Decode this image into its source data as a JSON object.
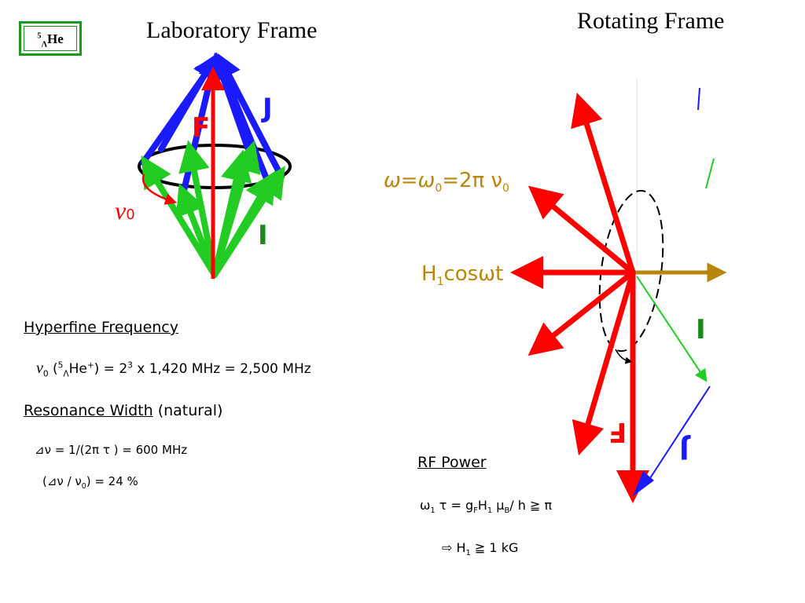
{
  "badge": {
    "super": "5",
    "sub": "Λ",
    "text": "He"
  },
  "lab": {
    "title": "Laboratory Frame",
    "label_F": "F",
    "label_J": "J",
    "label_I": "I",
    "label_nu": "ν",
    "label_nu_sub": "0"
  },
  "rot": {
    "title": "Rotating Frame",
    "omega_text": "ω=ω",
    "omega_sub": "0",
    "omega_rest": "=2π ν",
    "omega_sub2": "0",
    "h1_a": "H",
    "h1_sub": "1",
    "h1_b": "cosωt",
    "label_I": "I",
    "label_F": "F",
    "label_J": "J"
  },
  "hyperfine": {
    "heading": "Hyperfine Frequency",
    "nu": "ν",
    "nu_sub": "0",
    "open": " (",
    "sup5": "5",
    "sub_lambda": "Λ",
    "he": "He",
    "sup_plus": "+",
    "close": ")  = 2",
    "sup3": "3",
    "rest": " x 1,420 MHz = 2,500 MHz"
  },
  "resonance": {
    "heading": "Resonance Width",
    "suffix": " (natural)",
    "line1": "⊿ν = 1/(2π τ ) = 600 MHz",
    "line2_a": "(⊿ν / ν",
    "line2_sub": "0",
    "line2_b": ") = 24 %"
  },
  "rf": {
    "heading": "RF Power",
    "f1_a": "ω",
    "f1_sub1": "1",
    "f1_b": " τ = g",
    "f1_sub2": "F",
    "f1_c": "H",
    "f1_sub3": "1",
    "f1_d": " μ",
    "f1_sub4": "B",
    "f1_e": "/ h ≧ π",
    "f2_a": "⇨ H",
    "f2_sub": "1",
    "f2_b": " ≧ 1 kG"
  },
  "colors": {
    "red": "#ff0000",
    "blue": "#1a1aff",
    "green": "#22cc22",
    "gold": "#b8860b",
    "dark_green_label": "#1a8a1a"
  }
}
